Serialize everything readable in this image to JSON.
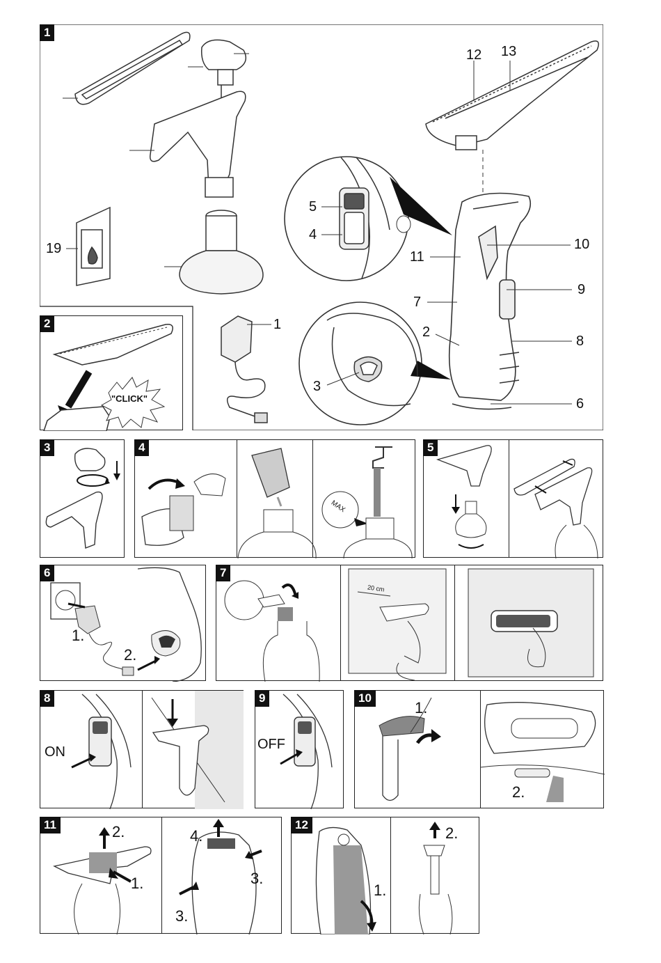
{
  "panels": {
    "p1": {
      "number": "1"
    },
    "p2": {
      "number": "2"
    },
    "p3": {
      "number": "3"
    },
    "p4": {
      "number": "4"
    },
    "p5": {
      "number": "5"
    },
    "p6": {
      "number": "6"
    },
    "p7": {
      "number": "7"
    },
    "p8": {
      "number": "8"
    },
    "p9": {
      "number": "9"
    },
    "p10": {
      "number": "10"
    },
    "p11": {
      "number": "11"
    },
    "p12": {
      "number": "12"
    }
  },
  "callouts": {
    "c1": "1",
    "c2": "2",
    "c3": "3",
    "c4": "4",
    "c5": "5",
    "c6": "6",
    "c7": "7",
    "c8": "8",
    "c9": "9",
    "c10": "10",
    "c11": "11",
    "c12": "12",
    "c13": "13",
    "c19": "19"
  },
  "texts": {
    "click": "\"CLICK\"",
    "distance": "20 cm",
    "max": "MAX",
    "on": "ON",
    "off": "OFF"
  },
  "steps": {
    "s6_1": "1.",
    "s6_2": "2.",
    "s10_1": "1.",
    "s10_2": "2.",
    "s11_1": "1.",
    "s11_2": "2.",
    "s11_3a": "3.",
    "s11_3b": "3.",
    "s11_4": "4.",
    "s12_1": "1.",
    "s12_2": "2."
  }
}
